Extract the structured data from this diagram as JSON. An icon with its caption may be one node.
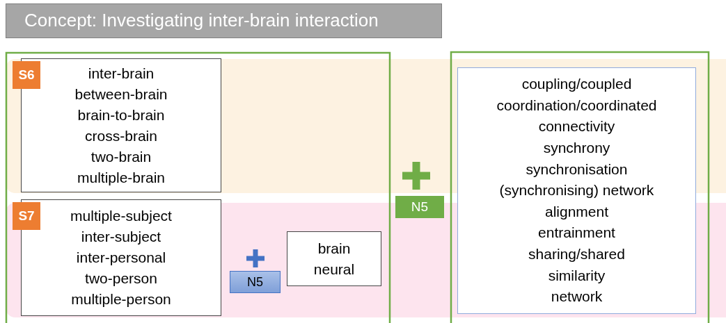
{
  "diagram": {
    "title": "Concept: Investigating inter-brain interaction",
    "nodes": [
      {
        "text": [
          "S6"
        ]
      },
      {
        "text": [
          "inter-brain",
          "between-brain",
          "brain-to-brain",
          "cross-brain",
          "two-brain",
          "multiple-brain"
        ]
      },
      {
        "text": [
          "S7"
        ]
      },
      {
        "text": [
          "multiple-subject",
          "inter-subject",
          "inter-personal",
          "two-person",
          "multiple-person"
        ]
      },
      {
        "text": [
          "N5"
        ]
      },
      {
        "text": [
          "brain",
          "neural"
        ]
      },
      {
        "text": [
          "N5"
        ]
      },
      {
        "text": [
          "coupling/coupled",
          "coordination/coordinated",
          "connectivity",
          "synchrony",
          "synchronisation",
          "(synchronising) network",
          "alignment",
          "entrainment",
          "sharing/shared",
          "similarity",
          "network"
        ]
      }
    ],
    "edges": []
  }
}
